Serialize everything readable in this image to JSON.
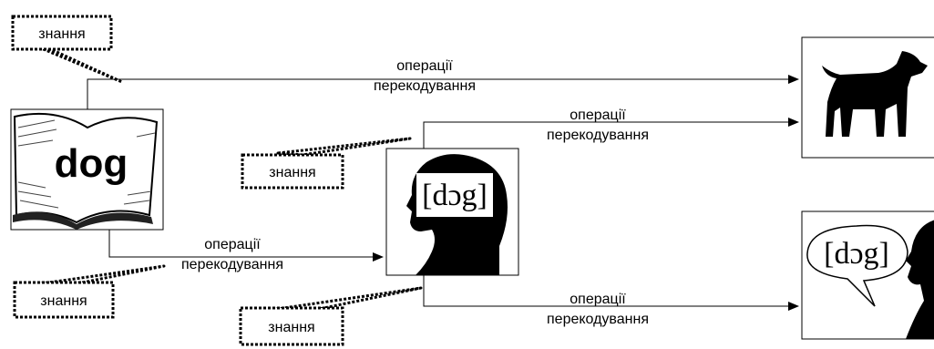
{
  "callouts": {
    "c1": "знання",
    "c2": "знання",
    "c3": "знання",
    "c4": "знання"
  },
  "operations": {
    "op1": [
      "операції",
      "перекодування"
    ],
    "op2": [
      "операції",
      "перекодування"
    ],
    "op3": [
      "операції",
      "перекодування"
    ],
    "op4": [
      "операції",
      "перекодування"
    ]
  },
  "images": {
    "book_word": "dog",
    "head_transcription": "[dɔg]",
    "speech_transcription": "[dɔg]"
  }
}
